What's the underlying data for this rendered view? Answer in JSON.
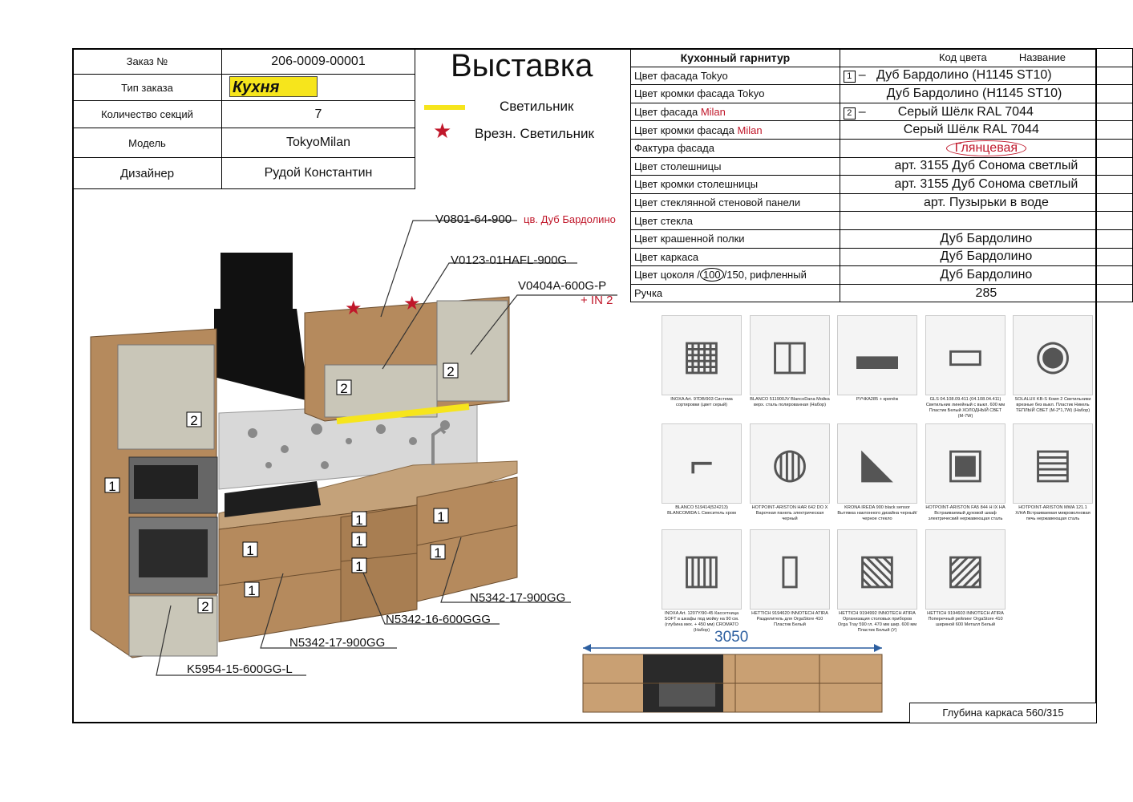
{
  "order": {
    "rows": [
      {
        "label": "Заказ №",
        "value": "206-0009-00001"
      },
      {
        "label": "Тип заказа",
        "value": "Кухня"
      },
      {
        "label": "Количество секций",
        "value": "7"
      },
      {
        "label": "Модель",
        "value": "TokyoMilan"
      },
      {
        "label": "Дизайнер",
        "value": "Рудой Константин"
      }
    ]
  },
  "title": "Выставка",
  "legend": {
    "light": "Светильник",
    "recessed": "Врезн. Светильник"
  },
  "spec": {
    "header": {
      "col1": "Кухонный гарнитур",
      "col2": "Код цвета",
      "col3": "Название"
    },
    "rows": [
      {
        "label": "Цвет фасада ",
        "label_accent": "Tokyo",
        "code": "1",
        "value": "Дуб Бардолино     (H1145 ST10)"
      },
      {
        "label": "Цвет кромки фасада ",
        "label_accent": "Tokyo",
        "code": "",
        "value": "Дуб Бардолино     (H1145 ST10)"
      },
      {
        "label": "Цвет фасада ",
        "label_accent": "Milan",
        "code": "2",
        "value": "Серый Шёлк   RAL 7044"
      },
      {
        "label": "Цвет кромки фасада ",
        "label_accent": "Milan",
        "code": "",
        "value": "Серый Шёлк   RAL 7044"
      },
      {
        "label": "Фактура фасада",
        "label_accent": "",
        "code": "",
        "value": "Глянцевая"
      },
      {
        "label": "Цвет столешницы",
        "label_accent": "",
        "code": "",
        "value": "арт. 3155   Дуб Сонома светлый"
      },
      {
        "label": "Цвет кромки столешницы",
        "label_accent": "",
        "code": "",
        "value": "арт. 3155   Дуб Сонома светлый"
      },
      {
        "label": "Цвет стеклянной стеновой панели",
        "label_accent": "",
        "code": "",
        "value": "арт. Пузырьки в воде"
      },
      {
        "label": "Цвет стекла",
        "label_accent": "",
        "code": "",
        "value": ""
      },
      {
        "label": "Цвет крашенной полки",
        "label_accent": "",
        "code": "",
        "value": "Дуб Бардолино"
      },
      {
        "label": "Цвет каркаса",
        "label_accent": "",
        "code": "",
        "value": "Дуб Бардолино"
      },
      {
        "label": "Цвет цоколя ",
        "label_accent": "",
        "code": "",
        "value": "Дуб Бардолино"
      },
      {
        "label": "Ручка",
        "label_accent": "",
        "code": "",
        "value": "285"
      }
    ],
    "plinth_a": "100",
    "plinth_b": "150, рифленный",
    "dash": "–"
  },
  "products": [
    {
      "icon": "sorting-bins-icon",
      "caption": "INOXA Art. 97DB/903 Система сортировки (цвет серый)"
    },
    {
      "icon": "sink-icon",
      "caption": "BLANCO 511900JV BlancoDana Мойка верх. сталь полированная (Набор)"
    },
    {
      "icon": "handle-icon",
      "caption": "РУЧКА285 + крепёж"
    },
    {
      "icon": "led-light-icon",
      "caption": "GLS 04.108.09.411 (04.108.04.411) Светильник линейный с выкл. 600 мм Пластик Белый ХОЛОДНЫЙ СВЕТ (М-7W)"
    },
    {
      "icon": "spot-light-icon",
      "caption": "SOLALUX KB-S Комп 2 Светильники врезные без выкл. Пластик Никель ТЕПЛЫЙ СВЕТ (М-2*1,7W) (Набор)"
    },
    {
      "icon": "faucet-icon",
      "caption": "BLANCO 519414(524213) BLANCOMIDA L Смеситель хром"
    },
    {
      "icon": "hob-icon",
      "caption": "HOTPOINT-ARISTON HAR 642 DO X Варочная панель электрическая черный"
    },
    {
      "icon": "hood-icon",
      "caption": "KRONA IREDA 900 black sensor Вытяжка наклонного дизайна черный/черное стекло"
    },
    {
      "icon": "oven-icon",
      "caption": "HOTPOINT-ARISTON FA5 844 H IX HA Встраиваемый духовой шкаф электрический нержавеющая сталь"
    },
    {
      "icon": "microwave-icon",
      "caption": "HOTPOINT-ARISTON MWA 121.1 X/HA Встраиваемая микроволновая печь нержавеющая сталь"
    },
    {
      "icon": "basket-icon",
      "caption": "INOXA Art. 1207Y/90-45 Кассетница SOFT в шкафы под мойку на 90 см. (глубина мех. + 450 мм) CROMATO (Набор)"
    },
    {
      "icon": "divider-icon",
      "caption": "HETTICH 9194620 INNOTECH ATIRA Разделитель для OrgaStore 410 Пластик Белый"
    },
    {
      "icon": "cutlery-tray-icon",
      "caption": "HETTICH 9194992 INNOTECH ATIRA Организация столовых приборов Orga Tray 590 гл. 470 мм шир. 600 мм Пластик Белый (У)"
    },
    {
      "icon": "rail-icon",
      "caption": "HETTICH 9194603 INNOTECH ATIRA Поперечный рейлинг OrgaStore 410 шириной 600 Металл Белый"
    }
  ],
  "codes": {
    "c1": "V0801-64-900",
    "c1_note": "цв. Дуб Бардолино",
    "c2": "V0123-01HAFL-900G",
    "c3": "V0404A-600G-P",
    "c3_note": "+ IN 2",
    "c4": "N5342-17-900GG",
    "c5": "N5342-16-600GGG",
    "c6": "N5342-17-900GG",
    "c7": "K5954-15-600GG-L"
  },
  "drawing": {
    "width_label": "3050",
    "depth_label": "Глубина каркаса 560/315",
    "section_marks": [
      "1",
      "2"
    ]
  },
  "colors": {
    "accent_red": "#c0172a",
    "light_yellow": "#f6e51c",
    "oak": "#b58a5d",
    "grey_silk": "#c9c6b8",
    "dim_blue": "#2d5fa0"
  }
}
